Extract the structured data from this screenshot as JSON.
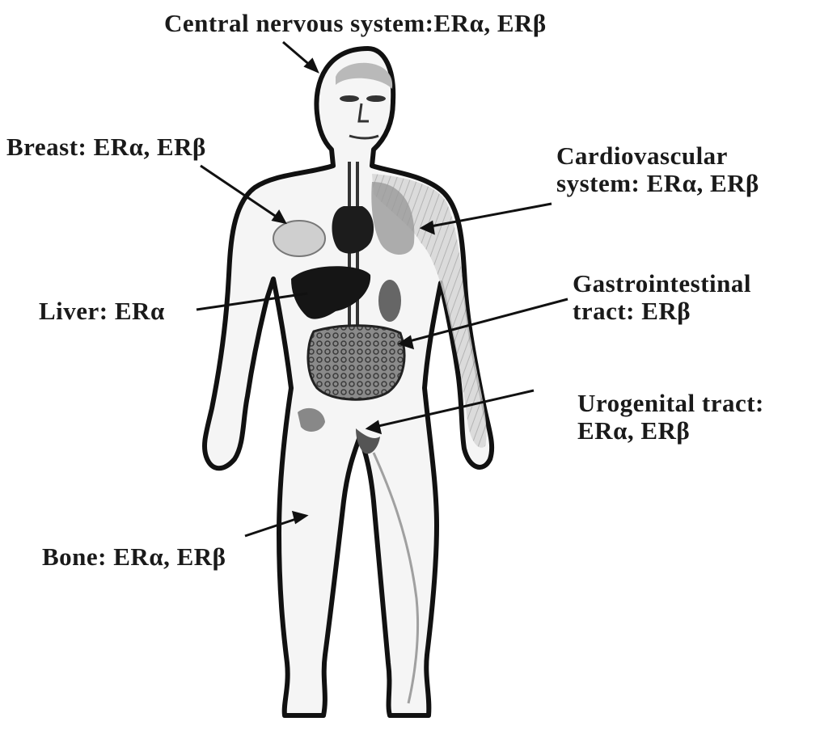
{
  "labels": {
    "cns": "Central nervous system:ERα, ERβ",
    "breast": "Breast: ERα, ERβ",
    "cardio_line1": "Cardiovascular",
    "cardio_line2": "system: ERα, ERβ",
    "liver": "Liver: ERα",
    "gi_line1": "Gastrointestinal",
    "gi_line2": "tract: ERβ",
    "uro_line1": "Urogenital tract:",
    "uro_line2": "ERα, ERβ",
    "bone": "Bone: ERα, ERβ"
  },
  "colors": {
    "outline": "#111111",
    "text": "#1a1a1a",
    "organ_dark": "#1c1c1c",
    "organ_mid": "#777777",
    "organ_light": "#bdbdbd",
    "skin": "#f4f4f4"
  }
}
